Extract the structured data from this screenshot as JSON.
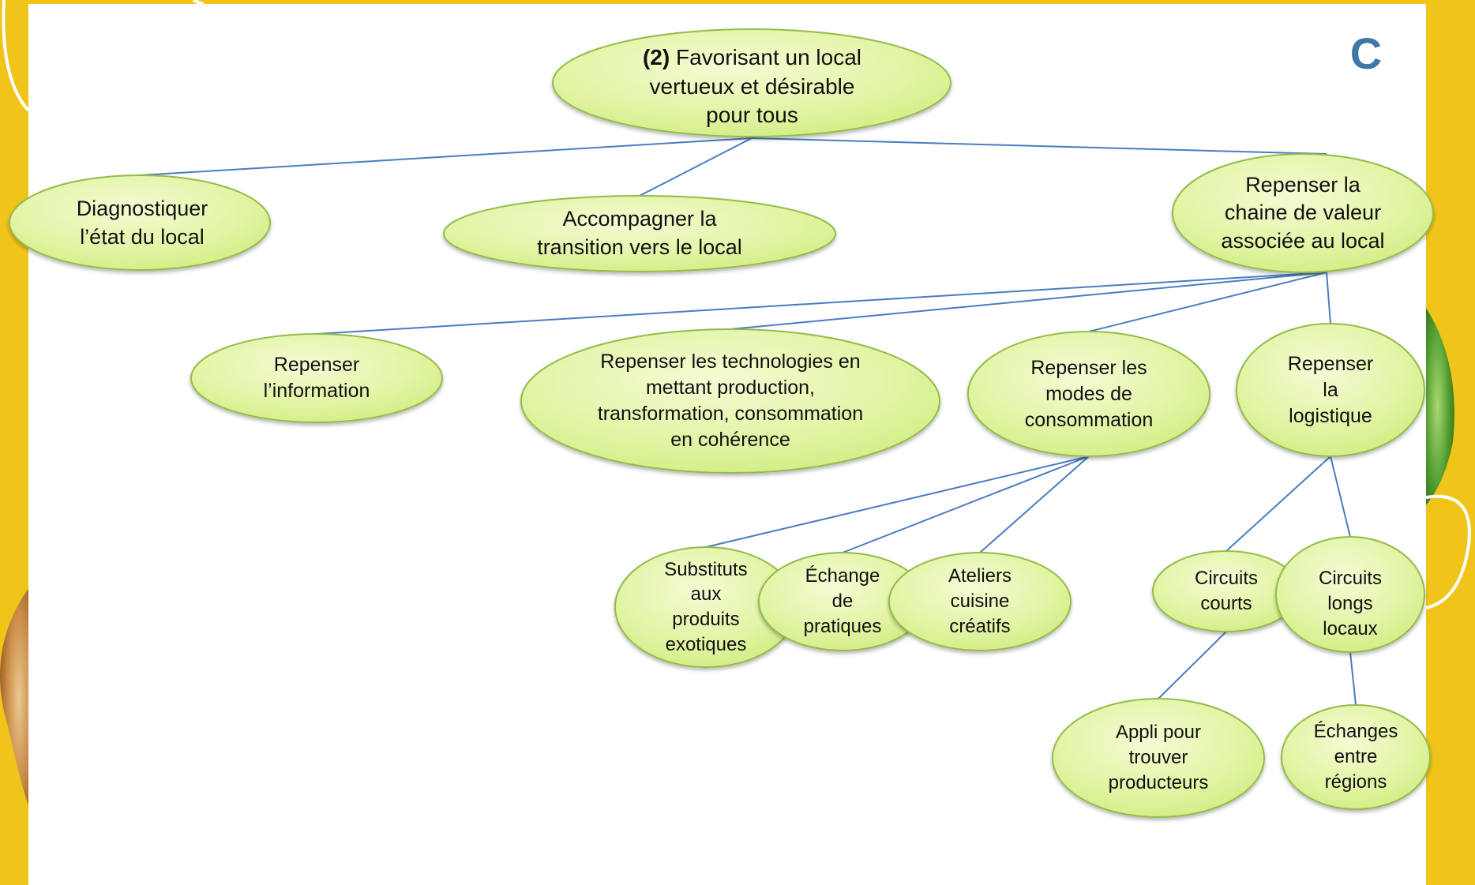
{
  "corner_label": "C",
  "colors": {
    "background_frame": "#f0c419",
    "panel": "#ffffff",
    "node_fill_light": "#f4fbd4",
    "node_fill_dark": "#cfeb7c",
    "node_stroke": "#93bd4a",
    "connector": "#4a7dc0",
    "corner_letter": "#3f78a8"
  },
  "diagram": {
    "root": {
      "prefix": "(2)",
      "text": "Favorisant un local\nvertueux et désirable\npour tous"
    },
    "level1": [
      {
        "text": "Diagnostiquer\nl’état du local"
      },
      {
        "text": "Accompagner la\ntransition vers le local"
      },
      {
        "text": "Repenser la\nchaine de valeur\nassociée au local"
      }
    ],
    "level2": [
      {
        "text": "Repenser\nl’information"
      },
      {
        "text": "Repenser les technologies en\nmettant production,\ntransformation, consommation\nen cohérence"
      },
      {
        "text": "Repenser les\nmodes de\nconsommation"
      },
      {
        "text": "Repenser\nla\nlogistique"
      }
    ],
    "consommation_children": [
      {
        "text": "Substituts\naux\nproduits\nexotiques"
      },
      {
        "text": "Échange\nde\npratiques"
      },
      {
        "text": "Ateliers\ncuisine\ncréatifs"
      }
    ],
    "logistique_children": [
      {
        "text": "Circuits\ncourts"
      },
      {
        "text": "Circuits\nlongs\nlocaux"
      }
    ],
    "level4": [
      {
        "text": "Appli pour\ntrouver\nproducteurs"
      },
      {
        "text": "Échanges\nentre\nrégions"
      }
    ]
  }
}
